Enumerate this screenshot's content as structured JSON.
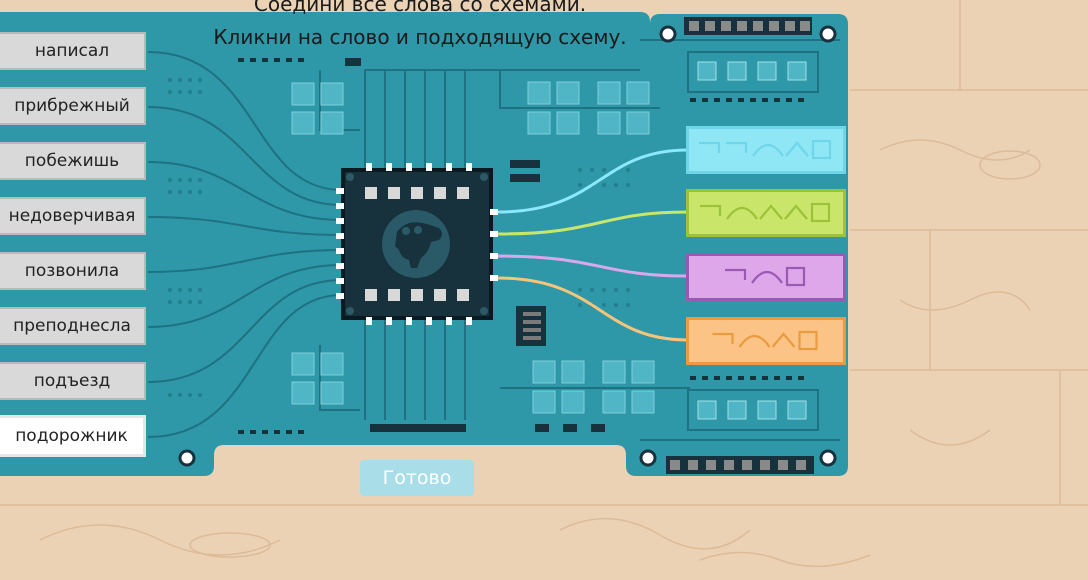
{
  "instructions": {
    "line1": "Соедини все слова со схемами.",
    "line2": "Кликни на слово и подходящую схему."
  },
  "words": [
    {
      "label": "написал"
    },
    {
      "label": "прибрежный"
    },
    {
      "label": "побежишь"
    },
    {
      "label": "недоверчивая"
    },
    {
      "label": "позвонила"
    },
    {
      "label": "преподнесла"
    },
    {
      "label": "подъезд"
    },
    {
      "label": "подорожник"
    }
  ],
  "selected_word": "подорожник",
  "schemes": [
    {
      "parts": [
        "prefix",
        "prefix",
        "root",
        "suffix",
        "ending"
      ],
      "color": "#6fd6ea",
      "fill": "#8fe6f5",
      "wire": "#8ae9fb"
    },
    {
      "parts": [
        "prefix",
        "root",
        "suffix",
        "suffix",
        "ending"
      ],
      "color": "#9ec13a",
      "fill": "#c9e66a",
      "wire": "#c8e66c"
    },
    {
      "parts": [
        "prefix",
        "root",
        "ending"
      ],
      "color": "#9b59b6",
      "fill": "#dda7ea",
      "wire": "#d9a7ee"
    },
    {
      "parts": [
        "prefix",
        "root",
        "suffix",
        "ending"
      ],
      "color": "#e99b3e",
      "fill": "#fcc387",
      "wire": "#f6c47a"
    }
  ],
  "done_label": "Готово",
  "colors": {
    "board": "#2e97a8",
    "board_dark": "#1f7f8f",
    "chip": "#17323d"
  }
}
